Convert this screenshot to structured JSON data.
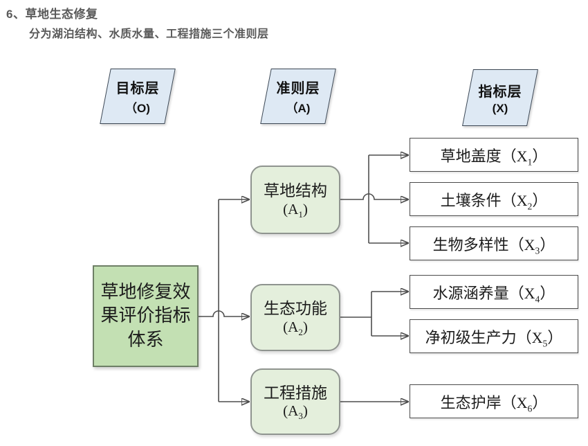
{
  "page": {
    "title": "6、草地生态修复",
    "subtitle": "分为湖泊结构、水质水量、工程措施三个准则层"
  },
  "layer_headers": {
    "goal": {
      "label": "目标层",
      "code": "（O)"
    },
    "criteria": {
      "label": "准则层",
      "code": "（A)"
    },
    "indicator": {
      "label": "指标层",
      "code": "(X)"
    }
  },
  "goal_node": {
    "label": "草地修复效果评价指标体系"
  },
  "criteria_nodes": [
    {
      "label": "草地结构",
      "code_pre": "(A",
      "code_sub": "1",
      "code_post": ")"
    },
    {
      "label": "生态功能",
      "code_pre": "(A",
      "code_sub": "2",
      "code_post": ")"
    },
    {
      "label": "工程措施",
      "code_pre": "(A",
      "code_sub": "3",
      "code_post": ")"
    }
  ],
  "indicator_nodes": [
    {
      "label": "草地盖度（X",
      "sub": "1",
      "post": "）"
    },
    {
      "label": "土壤条件（X",
      "sub": "2",
      "post": "）"
    },
    {
      "label": "生物多样性（X",
      "sub": "3",
      "post": "）"
    },
    {
      "label": "水源涵养量（X",
      "sub": "4",
      "post": "）"
    },
    {
      "label": "净初级生产力（X",
      "sub": "5",
      "post": "）"
    },
    {
      "label": "生态护岸（X",
      "sub": "6",
      "post": "）"
    }
  ],
  "colors": {
    "goal_fill": "#c3e0b3",
    "criteria_fill": "#e4efdc",
    "layer_header_fill": "#dee9f4",
    "indicator_fill": "#ffffff",
    "connector_line": "#4d4d4d",
    "heading_text": "#595959"
  }
}
